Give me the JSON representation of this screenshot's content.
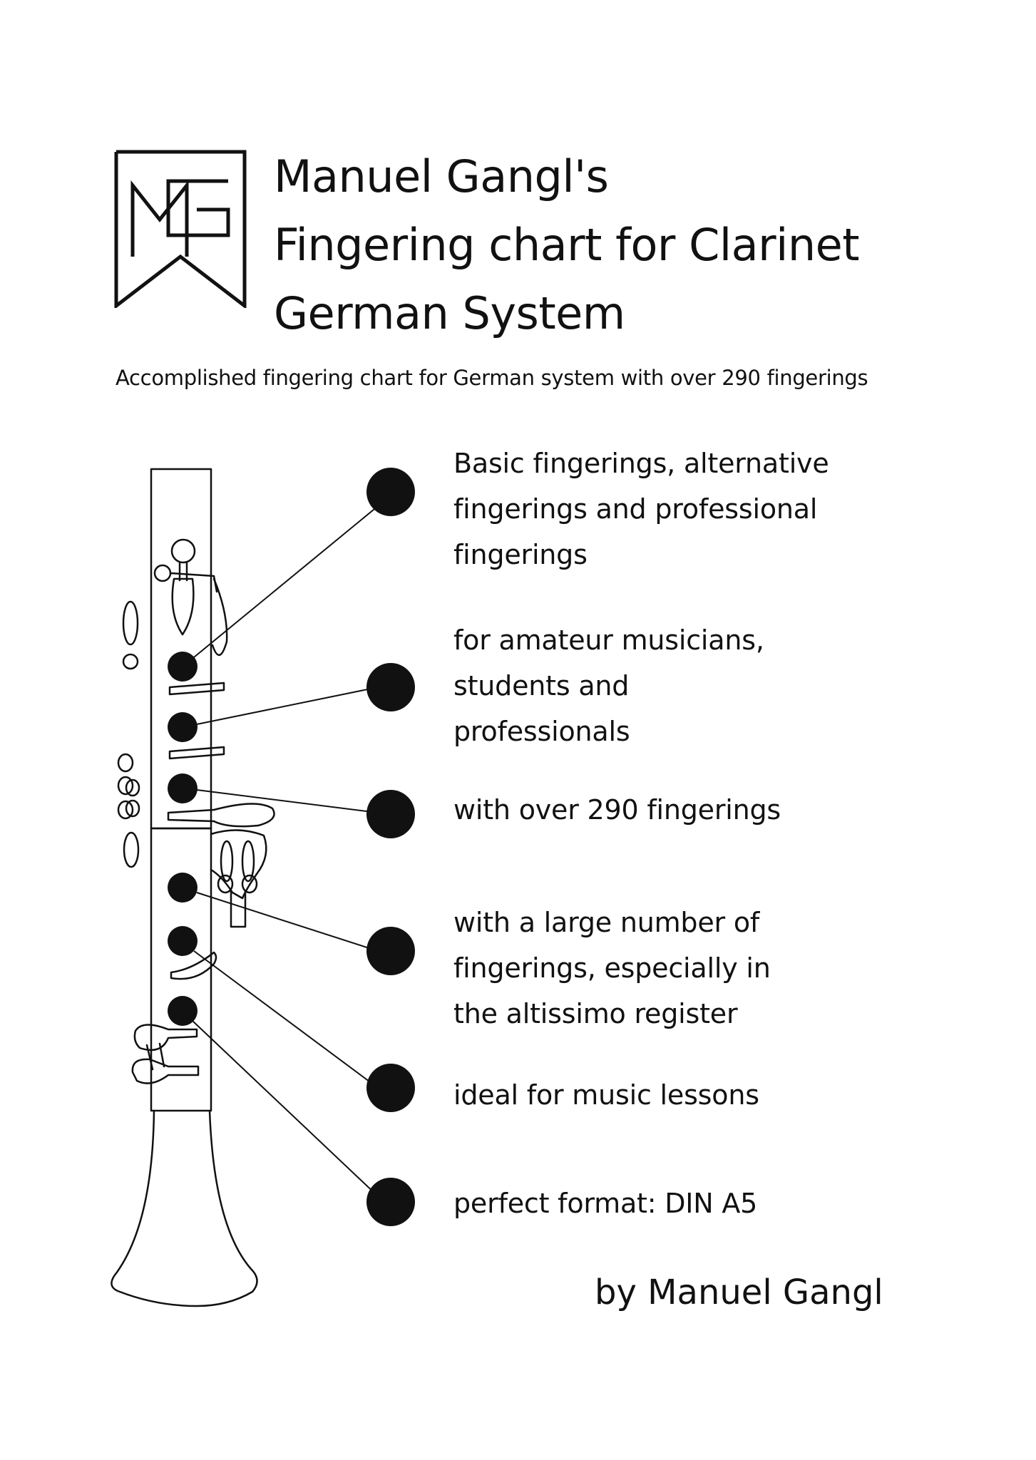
{
  "logo": {
    "label": "MG"
  },
  "title": {
    "line1": "Manuel Gangl's",
    "line2": "Fingering chart for Clarinet",
    "line3": "German System"
  },
  "subtitle": "Accomplished fingering chart for German system with over 290 fingerings",
  "features": [
    {
      "lines": [
        "Basic fingerings, alternative",
        "fingerings and professional",
        "fingerings"
      ]
    },
    {
      "lines": [
        "for amateur musicians,",
        "students and",
        "professionals"
      ]
    },
    {
      "lines": [
        "with over 290 fingerings"
      ]
    },
    {
      "lines": [
        "with a large number of",
        "fingerings, especially in",
        "the altissimo register"
      ]
    },
    {
      "lines": [
        "ideal for music lessons"
      ]
    },
    {
      "lines": [
        "perfect format: DIN A5"
      ]
    }
  ],
  "author": "by Manuel Gangl",
  "colors": {
    "ink": "#111111",
    "paper": "#ffffff"
  }
}
